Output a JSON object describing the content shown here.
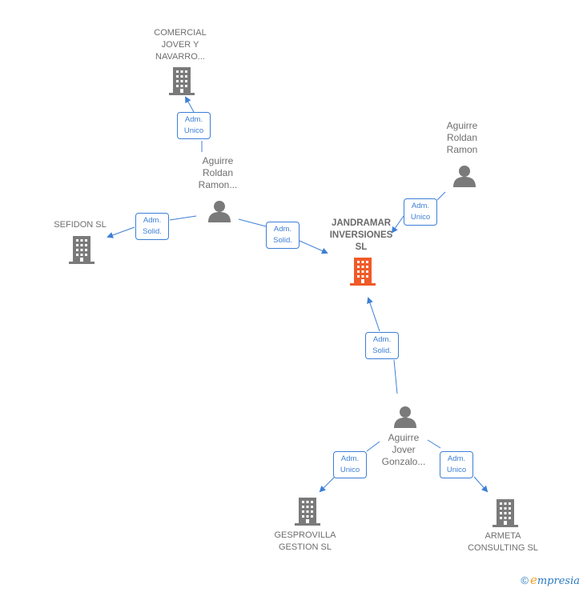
{
  "nodes": {
    "comercial": {
      "label": "COMERCIAL\nJOVER Y\nNAVARRO..."
    },
    "sefidon": {
      "label": "SEFIDON SL"
    },
    "jandramar": {
      "label": "JANDRAMAR\nINVERSIONES\nSL"
    },
    "gesprovilla": {
      "label": "GESPROVILLA\nGESTION  SL"
    },
    "armeta": {
      "label": "ARMETA\nCONSULTING SL"
    },
    "aguirre_roldan_1": {
      "label": "Aguirre\nRoldan\nRamon..."
    },
    "aguirre_roldan_2": {
      "label": "Aguirre\nRoldan\nRamon"
    },
    "aguirre_jover": {
      "label": "Aguirre\nJover\nGonzalo..."
    }
  },
  "relations": {
    "r1": {
      "line1": "Adm.",
      "line2": "Unico"
    },
    "r2": {
      "line1": "Adm.",
      "line2": "Solid."
    },
    "r3": {
      "line1": "Adm.",
      "line2": "Solid."
    },
    "r4": {
      "line1": "Adm.",
      "line2": "Unico"
    },
    "r5": {
      "line1": "Adm.",
      "line2": "Solid."
    },
    "r6": {
      "line1": "Adm.",
      "line2": "Unico"
    },
    "r7": {
      "line1": "Adm.",
      "line2": "Unico"
    }
  },
  "colors": {
    "edge": "#3d7fd6",
    "company": "#7a7a7a",
    "main_company": "#f05a28",
    "person": "#7a7a7a"
  },
  "brand": {
    "copyright": "©",
    "e": "e",
    "rest": "mpresia"
  }
}
